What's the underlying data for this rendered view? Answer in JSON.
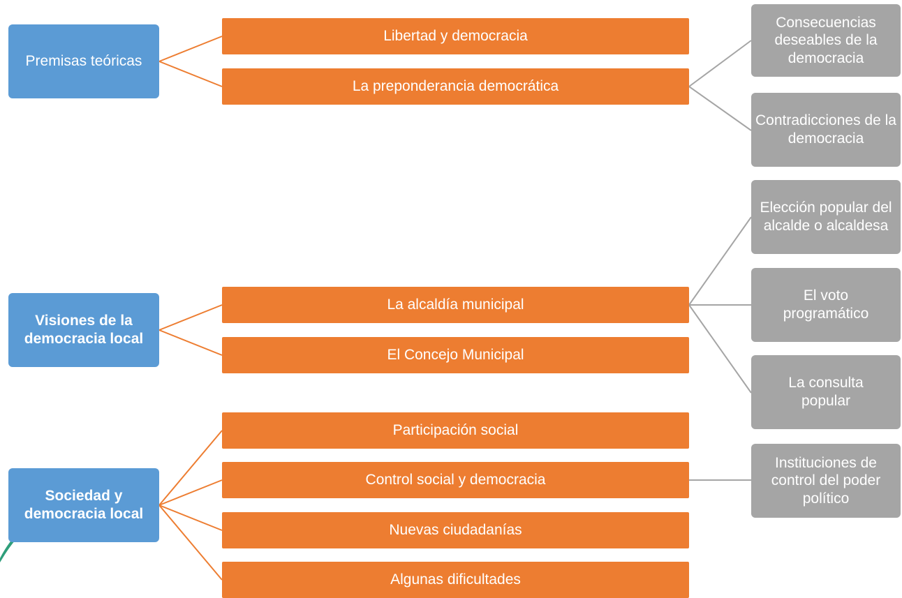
{
  "colors": {
    "level1": "#5B9BD5",
    "level2": "#ED7D31",
    "level3": "#A5A5A5",
    "connector_orange": "#ED7D31",
    "connector_gray": "#A5A5A5",
    "text": "#FFFFFF"
  },
  "groups": [
    {
      "label": "Premisas teóricas",
      "children": [
        {
          "label": "Libertad y democracia"
        },
        {
          "label": "La preponderancia democrática",
          "children": [
            "Consecuencias deseables de la democracia",
            "Contradicciones de la democracia"
          ]
        }
      ]
    },
    {
      "label": "Visiones de la democracia local",
      "children": [
        {
          "label": "La alcaldía municipal",
          "children": [
            "Elección popular del alcalde o alcaldesa",
            "El voto programático",
            "La consulta popular"
          ]
        },
        {
          "label": "El Concejo Municipal"
        }
      ]
    },
    {
      "label": "Sociedad y democracia local",
      "children": [
        {
          "label": "Participación social"
        },
        {
          "label": "Control social y democracia",
          "children": [
            "Instituciones de control del poder político"
          ]
        },
        {
          "label": "Nuevas ciudadanías"
        },
        {
          "label": "Algunas dificultades"
        }
      ]
    }
  ]
}
